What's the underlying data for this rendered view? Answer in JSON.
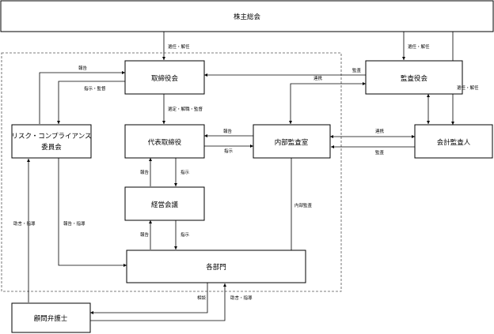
{
  "nodes": {
    "shareholders": "株主総会",
    "board": "取締役会",
    "audit_board": "監査役会",
    "ceo": "代表取締役",
    "internal_audit": "内部監査室",
    "accounting_auditor": "会計監査人",
    "risk_committee_line1": "リスク・コンプライアンス",
    "risk_committee_line2": "委員会",
    "management_meeting": "経営会議",
    "departments": "各部門",
    "legal_advisor": "顧問弁護士"
  },
  "edge_labels": {
    "sh_board": "選任・解任",
    "sh_audit_board": "選任・解任",
    "sh_accounting": "選任・解任",
    "board_risk_report": "報告",
    "board_risk_instruct": "指示・監督",
    "board_ceo": "選定・解職・監督",
    "audit_board_board": "監査",
    "audit_board_internal": "連携",
    "internal_ceo_report": "報告",
    "ceo_internal_instruct": "指示",
    "accounting_internal_link": "連携",
    "accounting_internal_audit": "監査",
    "mgmt_ceo_report": "報告",
    "ceo_mgmt_instruct": "指示",
    "dept_mgmt_report": "報告",
    "mgmt_dept_instruct": "指示",
    "internal_dept_audit": "内部監査",
    "risk_dept_guidance": "報告・指導",
    "legal_risk_advice": "助言・指導",
    "dept_legal_consult": "相談",
    "legal_dept_advice": "助言・指導"
  }
}
